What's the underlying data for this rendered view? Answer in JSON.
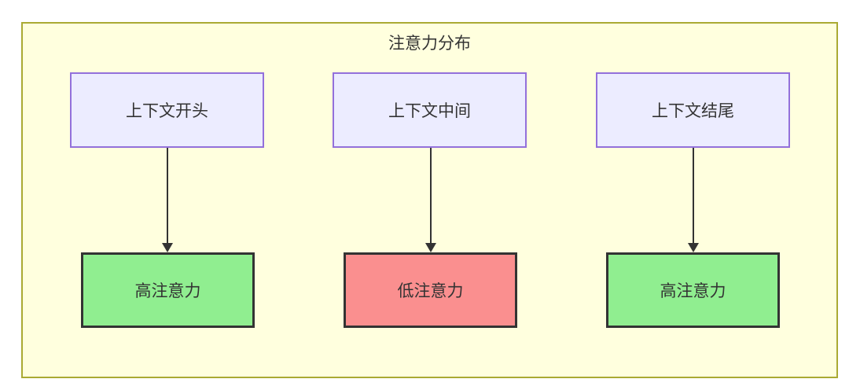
{
  "title": "注意力分布",
  "colors": {
    "canvas_background": "#ffffff",
    "container_fill": "#ffffde",
    "container_border": "#aaaa33",
    "source_node_fill": "#ececff",
    "source_node_border": "#9370db",
    "high_attention_fill": "#90ee90",
    "low_attention_fill": "#fa8f8f",
    "attention_node_border": "#333333",
    "text": "#333333",
    "arrow": "#333333"
  },
  "columns": [
    {
      "source": "上下文开头",
      "target": "高注意力",
      "level": "high"
    },
    {
      "source": "上下文中间",
      "target": "低注意力",
      "level": "low"
    },
    {
      "source": "上下文结尾",
      "target": "高注意力",
      "level": "high"
    }
  ]
}
